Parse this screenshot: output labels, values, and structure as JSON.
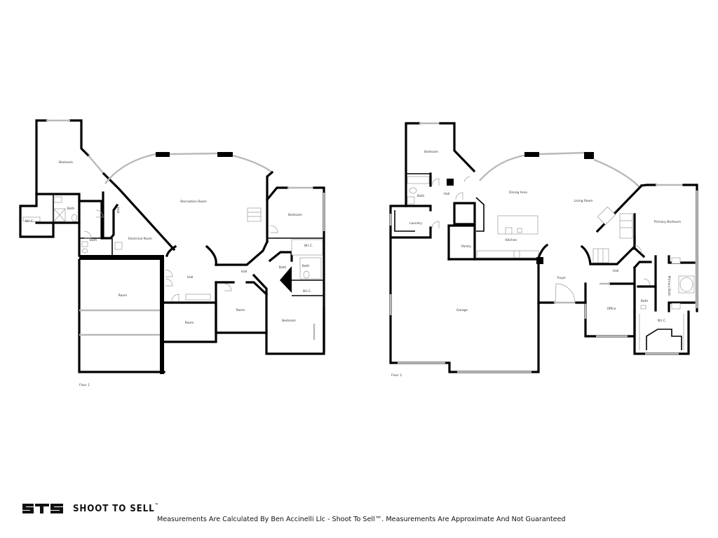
{
  "floor1": {
    "label": "Floor 1",
    "rooms": {
      "bedroom_nw": "Bedroom",
      "wic_w": "W.I.C.",
      "bath_nw": "Bath",
      "hall_vertical": "Hall",
      "bath_w": "Bath",
      "electrical": "Electrical Room",
      "recreation": "Recreation Room",
      "bedroom_ne": "Bedroom",
      "wic_ne": "W.I.C.",
      "bath_e1": "Bath",
      "bath_e2": "Bath",
      "wic_e": "W.I.C.",
      "hall_center": "Hall",
      "hall_east": "Hall",
      "room_large": "Room",
      "room_south": "Room",
      "room_mid": "Room",
      "bedroom_se": "Bedroom"
    }
  },
  "floor2": {
    "label": "Floor 2",
    "rooms": {
      "bedroom_nw": "Bedroom",
      "bath": "Bath",
      "hall_w": "Hall",
      "laundry": "Laundry",
      "pantry": "Pantry",
      "dining": "Dining Area",
      "kitchen": "Kitchen",
      "living": "Living Room",
      "primary_bedroom": "Primary Bedroom",
      "primary_bath": "Primary Bath",
      "hall_e": "Hall",
      "foyer": "Foyer",
      "office": "Office",
      "bath_e": "Bath",
      "wic": "W.I.C.",
      "garage": "Garage"
    }
  },
  "footer": {
    "logo_mark": "STS",
    "brand_name": "SHOOT TO SELL",
    "trademark": "™",
    "disclaimer": "Measurements Are Calculated By Ben Accinelli Llc - Shoot To Sell™. Measurements Are Approximate And Not Guaranteed"
  }
}
